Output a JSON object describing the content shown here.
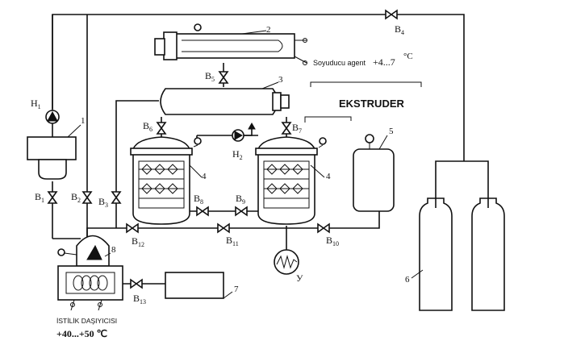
{
  "labels": {
    "n1": "1",
    "n2": "2",
    "n3": "3",
    "n4a": "4",
    "n4b": "4",
    "n5": "5",
    "n6": "6",
    "n7": "7",
    "n8": "8"
  },
  "valves": {
    "b1": "B",
    "b1s": "1",
    "b2": "B",
    "b2s": "2",
    "b3": "B",
    "b3s": "3",
    "b4": "B",
    "b4s": "4",
    "b5": "B",
    "b5s": "5",
    "b6": "B",
    "b6s": "6",
    "b7": "B",
    "b7s": "7",
    "b8": "B",
    "b8s": "8",
    "b9": "B",
    "b9s": "9",
    "b10": "B",
    "b10s": "10",
    "b11": "B",
    "b11s": "11",
    "b12": "B",
    "b12s": "12",
    "b13": "B",
    "b13s": "13"
  },
  "pumps": {
    "h1": "H",
    "h1s": "1",
    "h2": "H",
    "h2s": "2"
  },
  "texts": {
    "coolant": "Soyuducu agent",
    "coolant_temp": "+4...7",
    "coolant_unit": "°C",
    "extruder": "EKSTRUDER",
    "heater": "İSTİLİK DAŞIYICISI",
    "heater_temp": "+40...+50 ℃",
    "y_label": "У"
  }
}
